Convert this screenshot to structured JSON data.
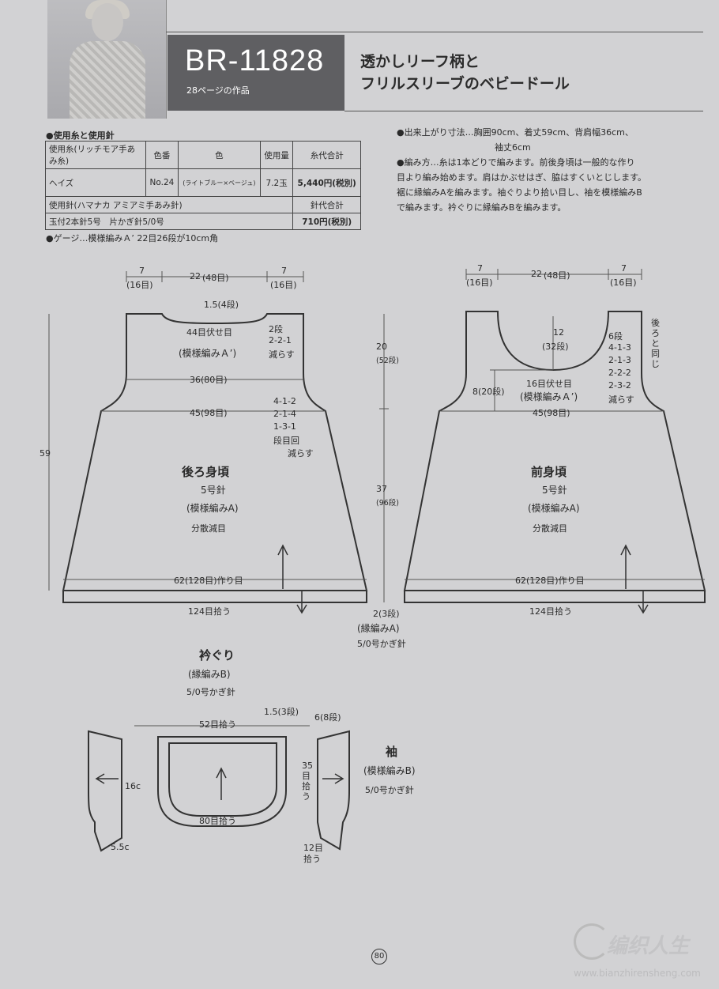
{
  "header": {
    "code": "BR-11828",
    "subref": "28ページの作品",
    "title_line1": "透かしリーフ柄と",
    "title_line2": "フリルスリーブのベビードール"
  },
  "materials": {
    "heading": "●使用糸と使用針",
    "yarn_headers": [
      "使用糸(リッチモア手あみ糸)",
      "色番",
      "色",
      "使用量",
      "糸代合計"
    ],
    "yarn_row": [
      "ヘイズ",
      "No.24",
      "(ライトブルー×ベージュ)",
      "7.2玉",
      "5,440円(税別)"
    ],
    "needle_headers": [
      "使用針(ハマナカ アミアミ手あみ針)",
      "針代合計"
    ],
    "needle_row": [
      "玉付2本針5号　片かぎ針5/0号",
      "710円(税別)"
    ],
    "gauge": "●ゲージ…模様編みＡ’ 22目26段が10cm角"
  },
  "notes": {
    "size_line1": "●出来上がり寸法…胸囲90cm、着丈59cm、背肩幅36cm、",
    "size_line2": "袖丈6cm",
    "method_line1": "●編み方…糸は1本どりで編みます。前後身頃は一般的な作り",
    "method_line2": "目より編み始めます。肩はかぶせはぎ、脇はすくいとじします。",
    "method_line3": "裾に縁編みAを編みます。袖ぐりより拾い目し、袖を模様編みB",
    "method_line4": "で編みます。衿ぐりに縁編みBを編みます。"
  },
  "back_body": {
    "top_left": "7",
    "top_left_st": "(16目)",
    "top_mid": "22",
    "top_mid_st": "(48目)",
    "top_right": "7",
    "top_right_st": "(16目)",
    "neck_depth": "1.5(4段)",
    "bind_off": "44目伏せ目",
    "dec_2dan": "2段",
    "dec_221": "2-2-1",
    "dec_label": "減らす",
    "pattern_a2": "(模様編みＡ’)",
    "width_36": "36(80目)",
    "arm_412": "4-1-2",
    "arm_214": "2-1-4",
    "arm_131": "1-3-1",
    "arm_dan": "段目回",
    "arm_dec": "減らす",
    "width_45": "45(98目)",
    "total_len": "59",
    "name": "後ろ身頃",
    "needle": "5号針",
    "pattern_a": "(模様編みA)",
    "dist_dec": "分散減目",
    "cast_on": "62(128目)作り目",
    "pickup": "124目拾う"
  },
  "middle": {
    "upper": "20",
    "upper_st": "(52段)",
    "lower": "37",
    "lower_st": "(96段)",
    "hem": "2(3段)",
    "hem_pattern": "(縁編みA)",
    "hem_needle": "5/0号かぎ針"
  },
  "front_body": {
    "top_left": "7",
    "top_left_st": "(16目)",
    "top_mid": "22",
    "top_mid_st": "(48目)",
    "top_right": "7",
    "top_right_st": "(16目)",
    "neck_depth": "12",
    "neck_depth_st": "(32段)",
    "dec_6dan": "6段",
    "dec_413": "4-1-3",
    "dec_213": "2-1-3",
    "dec_222": "2-2-2",
    "dec_232": "2-3-2",
    "dec_label": "減らす",
    "same_as_back": "後ろと同じ",
    "arm_depth": "8(20段)",
    "bind_off": "16目伏せ目",
    "pattern_a2": "(模様編みＡ’)",
    "width_45": "45(98目)",
    "name": "前身頃",
    "needle": "5号針",
    "pattern_a": "(模様編みA)",
    "dist_dec": "分散減目",
    "cast_on": "62(128目)作り目",
    "pickup": "124目拾う"
  },
  "neckband": {
    "title": "衿ぐり",
    "pattern": "(縁編みB)",
    "needle": "5/0号かぎ針",
    "depth": "1.5(3段)",
    "top_pick": "52目拾う",
    "bottom_pick": "80目拾う"
  },
  "sleeve": {
    "title": "袖",
    "pattern": "(模様編みB)",
    "needle": "5/0号かぎ針",
    "depth": "6(8段)",
    "left_16c": "16c",
    "left_55c": "5.5c",
    "pick_35": "35目拾う",
    "pick_12": "12目拾う"
  },
  "footer": {
    "page_no": "80",
    "watermark": "编织人生",
    "watermark_url": "www.bianzhirensheng.com"
  }
}
